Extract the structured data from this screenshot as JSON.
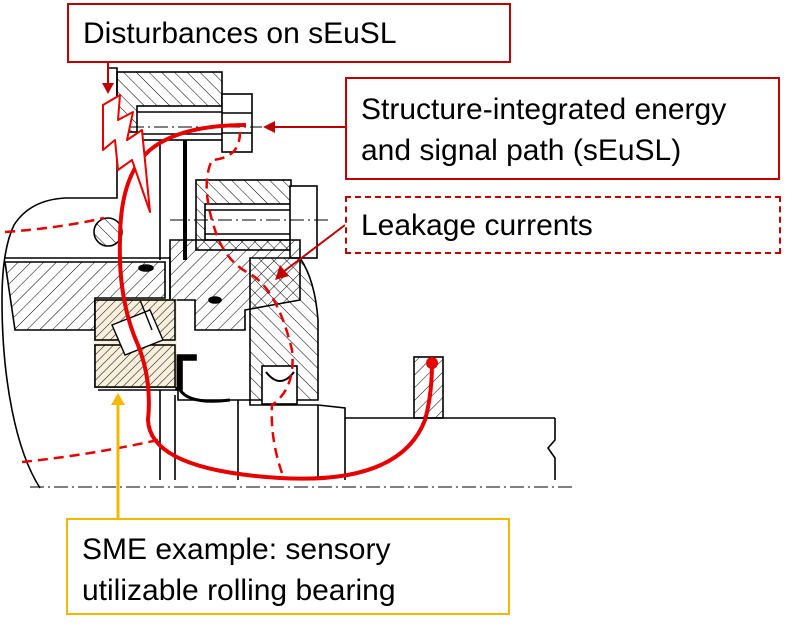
{
  "labels": {
    "disturbances": "Disturbances on sEuSL",
    "structure_path_line1": "Structure-integrated energy",
    "structure_path_line2": "and signal path (sEuSL)",
    "leakage": "Leakage currents",
    "sme_line1": "SME example: sensory",
    "sme_line2": "utilizable rolling bearing"
  },
  "colors": {
    "signal_path": "#e60000",
    "callout_border_red": "#c00000",
    "callout_border_gold": "#f5b800",
    "bearing_fill": "#f3e6c4",
    "hatch": "#000000"
  },
  "icons": {
    "disturbance": "lightning-bolt-icon",
    "path_end": "red-dot-icon"
  }
}
